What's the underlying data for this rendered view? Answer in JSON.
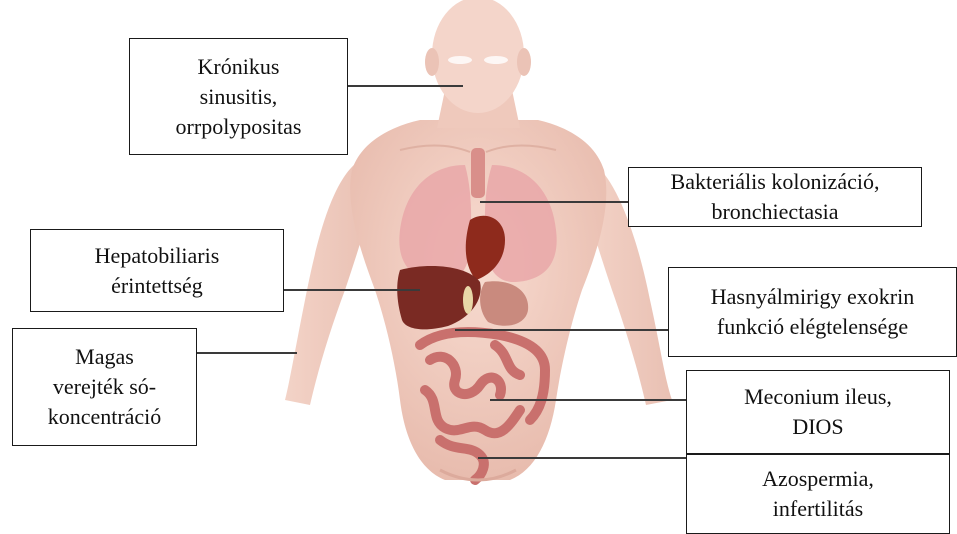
{
  "labels": {
    "sinus": [
      "Krónikus",
      "sinusitis,",
      "orrpolypositas"
    ],
    "lung": [
      "Bakteriális kolonizáció,",
      "bronchiectasia"
    ],
    "liver": [
      "Hepatobiliaris",
      "érintettség"
    ],
    "pancreas": [
      "Hasnyálmirigy exokrin",
      "funkció elégtelensége"
    ],
    "sweat": [
      "Magas",
      "verejték só-",
      "koncentráció"
    ],
    "intestine": [
      "Meconium ileus,",
      "DIOS"
    ],
    "reproductive": [
      "Azospermia,",
      "infertilitás"
    ]
  },
  "colors": {
    "skin": "#f2cfc2",
    "skin_shadow": "#e4b3a4",
    "lung": "#e9a7a8",
    "liver": "#7a2a23",
    "heart": "#8e2a1c",
    "intestine": "#c9706d",
    "trachea": "#d98f8a"
  }
}
